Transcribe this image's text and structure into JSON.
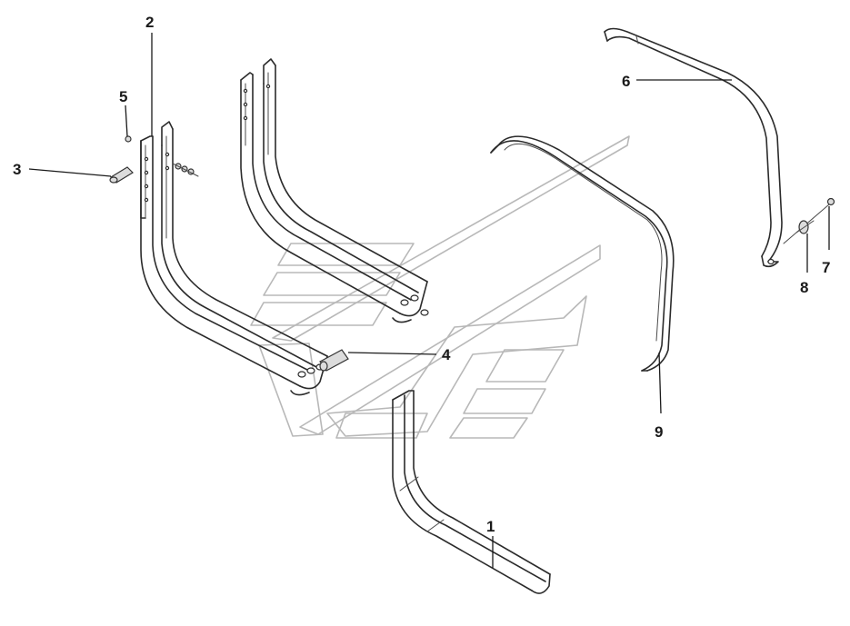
{
  "callouts": {
    "c1": "1",
    "c2": "2",
    "c3": "3",
    "c4": "4",
    "c5": "5",
    "c6": "6",
    "c7": "7",
    "c8": "8",
    "c9": "9"
  },
  "colors": {
    "line": "#2b2b2b",
    "watermark": "#b8b8b8",
    "background": "#ffffff"
  }
}
